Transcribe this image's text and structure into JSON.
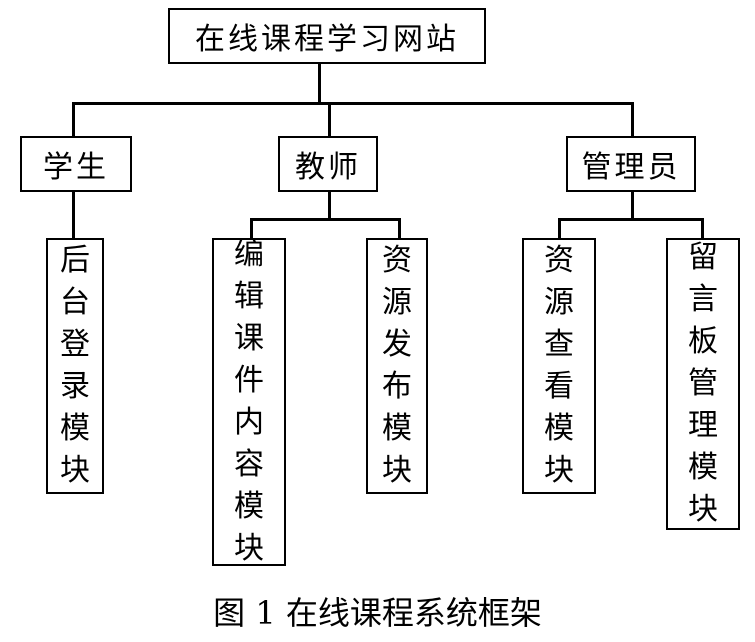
{
  "diagram": {
    "root": "在线课程学习网站",
    "roles": [
      "学生",
      "教师",
      "管理员"
    ],
    "modules": {
      "student_login": "后台登录模块",
      "teacher_edit": "编辑课件内容模块",
      "teacher_publish": "资源发布模块",
      "admin_view": "资源查看模块",
      "admin_board": "留言板管理模块"
    }
  },
  "caption": "图 1 在线课程系统框架"
}
